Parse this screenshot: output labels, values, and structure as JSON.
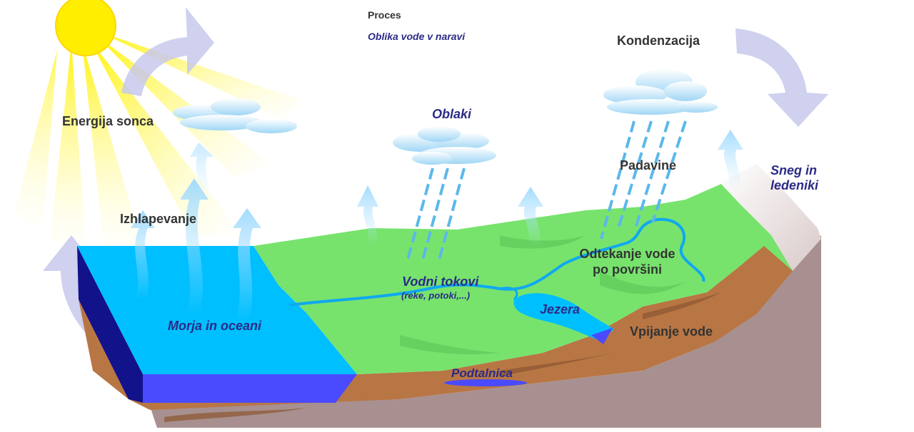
{
  "legend": {
    "process_label": "Proces",
    "form_label": "Oblika vode v naravi"
  },
  "labels": {
    "energija_sonca": "Energija sonca",
    "izhlapevanje": "Izhlapevanje",
    "oblaki": "Oblaki",
    "kondenzacija": "Kondenzacija",
    "padavine": "Padavine",
    "sneg_line1": "Sneg in",
    "sneg_line2": "ledeniki",
    "odtekanje_line1": "Odtekanje vode",
    "odtekanje_line2": "po površini",
    "vodni_tokovi": "Vodni tokovi",
    "vodni_tokovi_sub": "(reke, potoki,...)",
    "jezera": "Jezera",
    "morja": "Morja in oceani",
    "vpijanje": "Vpijanje vode",
    "podtalnica": "Podtalnica"
  },
  "colors": {
    "sun": "#ffee00",
    "sea": "#00bfff",
    "sea_deep": "#4a4aff",
    "land": "#77e36d",
    "soil": "#b87644",
    "rock": "#a89090",
    "process_text": "#333333",
    "form_text": "#2b2b86",
    "cycle_arrow": "#c8c8ec"
  }
}
